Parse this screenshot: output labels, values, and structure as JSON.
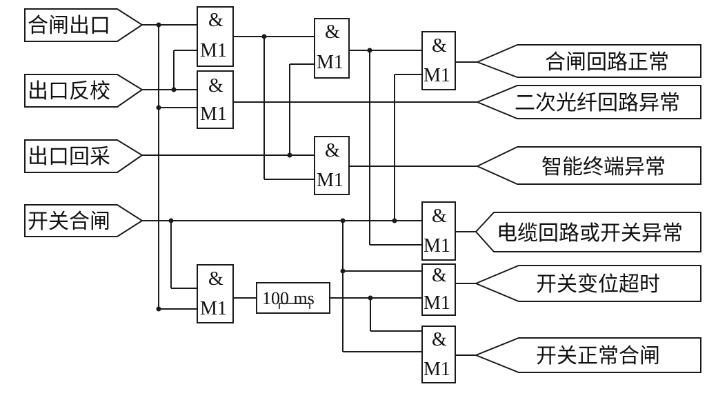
{
  "inputs": [
    {
      "id": "he-zha-chu-kou",
      "label": "合闸出口"
    },
    {
      "id": "chu-kou-fan-jiao",
      "label": "出口反校"
    },
    {
      "id": "chu-kou-hui-cai",
      "label": "出口回采"
    },
    {
      "id": "kai-guan-he-zha",
      "label": "开关合闸"
    }
  ],
  "outputs": [
    {
      "id": "he-zha-hui-lu-zheng-chang",
      "label": "合闸回路正常"
    },
    {
      "id": "er-ci-guang-xian-hui-lu-yi-chang",
      "label": "二次光纤回路异常"
    },
    {
      "id": "zhi-neng-zhong-duan-yi-chang",
      "label": "智能终端异常"
    },
    {
      "id": "dian-lan-hui-lu-huo-kai-guan-yi-chang",
      "label": "电缆回路或开关异常"
    },
    {
      "id": "kai-guan-bian-wei-chao-shi",
      "label": "开关变位超时"
    },
    {
      "id": "kai-guan-zheng-chang-he-zha",
      "label": "开关正常合闸"
    }
  ],
  "gate": {
    "symbol": "&",
    "mode": "M1"
  },
  "timer": {
    "label": "100 ms"
  }
}
